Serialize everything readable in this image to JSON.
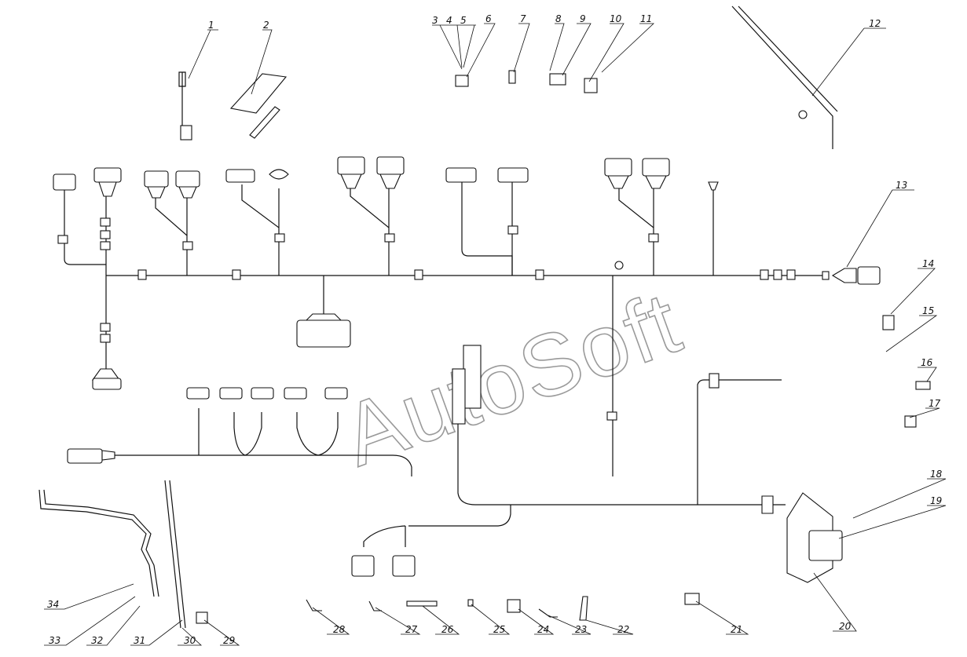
{
  "watermark": "AutoSoft",
  "callouts": [
    {
      "n": "1"
    },
    {
      "n": "2"
    },
    {
      "n": "3"
    },
    {
      "n": "4"
    },
    {
      "n": "5"
    },
    {
      "n": "6"
    },
    {
      "n": "7"
    },
    {
      "n": "8"
    },
    {
      "n": "9"
    },
    {
      "n": "10"
    },
    {
      "n": "11"
    },
    {
      "n": "12"
    },
    {
      "n": "13"
    },
    {
      "n": "14"
    },
    {
      "n": "15"
    },
    {
      "n": "16"
    },
    {
      "n": "17"
    },
    {
      "n": "18"
    },
    {
      "n": "19"
    },
    {
      "n": "20"
    },
    {
      "n": "21"
    },
    {
      "n": "22"
    },
    {
      "n": "23"
    },
    {
      "n": "24"
    },
    {
      "n": "25"
    },
    {
      "n": "26"
    },
    {
      "n": "27"
    },
    {
      "n": "28"
    },
    {
      "n": "29"
    },
    {
      "n": "30"
    },
    {
      "n": "31"
    },
    {
      "n": "32"
    },
    {
      "n": "33"
    },
    {
      "n": "34"
    }
  ],
  "colors": {
    "line": "#111111",
    "watermark": "#9a9a9a",
    "background": "#ffffff"
  }
}
